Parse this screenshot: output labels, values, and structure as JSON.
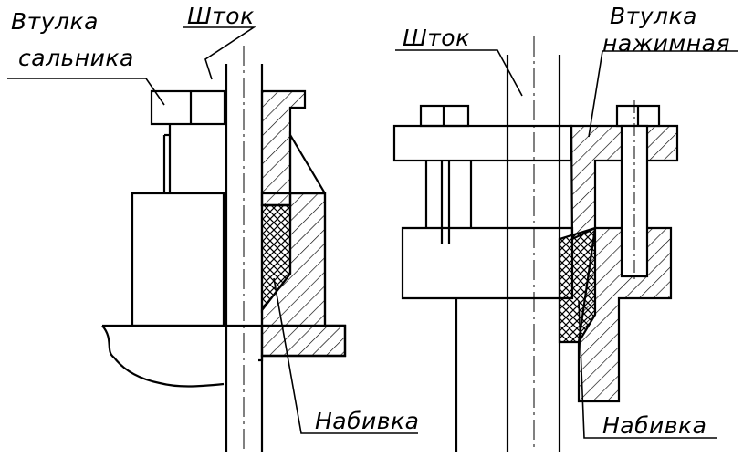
{
  "labels": {
    "left_bushing_line1": "Втулка",
    "left_bushing_line2": "сальника",
    "left_rod": "Шток",
    "left_packing": "Набивка",
    "right_rod": "Шток",
    "right_bushing_line1": "Втулка",
    "right_bushing_line2": "нажимная",
    "right_packing": "Набивка"
  },
  "colors": {
    "line": "#000000",
    "background": "#ffffff"
  }
}
